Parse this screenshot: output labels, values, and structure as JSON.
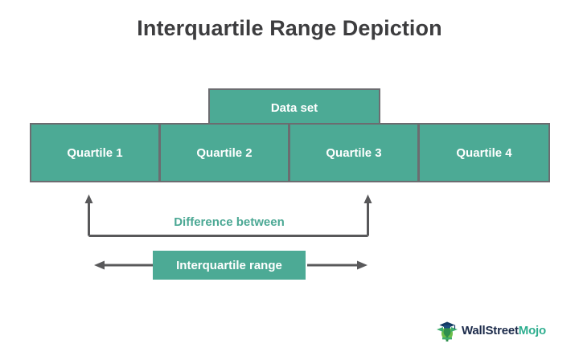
{
  "title": "Interquartile Range Depiction",
  "diagram": {
    "dataset_box": {
      "label": "Data set"
    },
    "quartiles": [
      {
        "label": "Quartile 1"
      },
      {
        "label": "Quartile 2"
      },
      {
        "label": "Quartile 3"
      },
      {
        "label": "Quartile 4"
      }
    ],
    "difference_label": "Difference between",
    "iqr_box": {
      "label": "Interquartile range"
    }
  },
  "logo": {
    "brand_primary": "WallStreet",
    "brand_secondary": "Mojo",
    "mark": "graduation-cap-icon"
  },
  "colors": {
    "teal": "#4caa95",
    "teal_text": "#4ba894",
    "box_border": "#6c6c70",
    "title_text": "#3d3d3f",
    "arrow": "#58585a",
    "brand_dark": "#1b2a4a",
    "brand_green": "#2fae8f",
    "background": "#ffffff"
  },
  "chart_data": {
    "type": "diagram",
    "title": "Interquartile Range Depiction",
    "description": "Horizontal four-segment bar split into quartiles; the Data set box spans Quartile 2 and Quartile 3; a bracket with upward arrows marks the difference between the Quartile 1/Quartile 2 boundary and the Quartile 3/Quartile 4 boundary, labeled Interquartile range.",
    "segments": [
      "Quartile 1",
      "Quartile 2",
      "Quartile 3",
      "Quartile 4"
    ],
    "span_boxes": [
      {
        "label": "Data set",
        "from_segment": 2,
        "to_segment": 3
      },
      {
        "label": "Interquartile range",
        "from_segment": 2,
        "to_segment": 3
      }
    ],
    "annotations": [
      "Difference between",
      "Interquartile range"
    ]
  }
}
